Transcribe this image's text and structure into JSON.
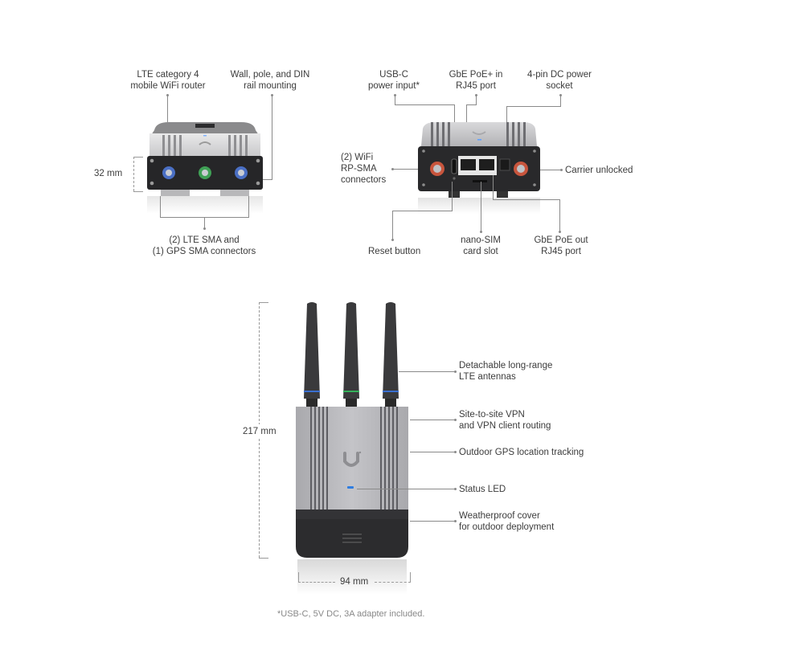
{
  "front_view": {
    "labels": {
      "lte_router": [
        "LTE category 4",
        "mobile WiFi router"
      ],
      "mounting": [
        "Wall, pole, and DIN",
        "rail mounting"
      ],
      "sma_connectors": [
        "(2) LTE SMA and",
        "(1) GPS SMA connectors"
      ],
      "height_dim": "32 mm"
    },
    "connector_colors": [
      "#4a6fc4",
      "#3fa055",
      "#4a6fc4"
    ]
  },
  "rear_view": {
    "labels": {
      "usb_c": [
        "USB-C",
        "power input*"
      ],
      "poe_in": [
        "GbE PoE+ in",
        "RJ45 port"
      ],
      "dc_socket": [
        "4-pin DC power",
        "socket"
      ],
      "wifi_rpsma": [
        "(2) WiFi",
        "RP-SMA",
        "connectors"
      ],
      "carrier": "Carrier unlocked",
      "reset": "Reset button",
      "nano_sim": [
        "nano-SIM",
        "card slot"
      ],
      "poe_out": [
        "GbE PoE out",
        "RJ45 port"
      ]
    },
    "connector_color": "#c8553d"
  },
  "upright_view": {
    "labels": {
      "antennas": [
        "Detachable long-range",
        "LTE antennas"
      ],
      "vpn": [
        "Site-to-site VPN",
        "and VPN client routing"
      ],
      "gps": "Outdoor GPS location tracking",
      "status_led": "Status LED",
      "cover": [
        "Weatherproof cover",
        "for outdoor deployment"
      ],
      "height_dim": "217 mm",
      "width_dim": "94 mm"
    },
    "antenna_ring_colors": [
      "#3a6fd0",
      "#35b05a",
      "#3a6fd0"
    ],
    "led_color": "#2f7de0"
  },
  "footnote": "*USB-C, 5V DC, 3A adapter included."
}
